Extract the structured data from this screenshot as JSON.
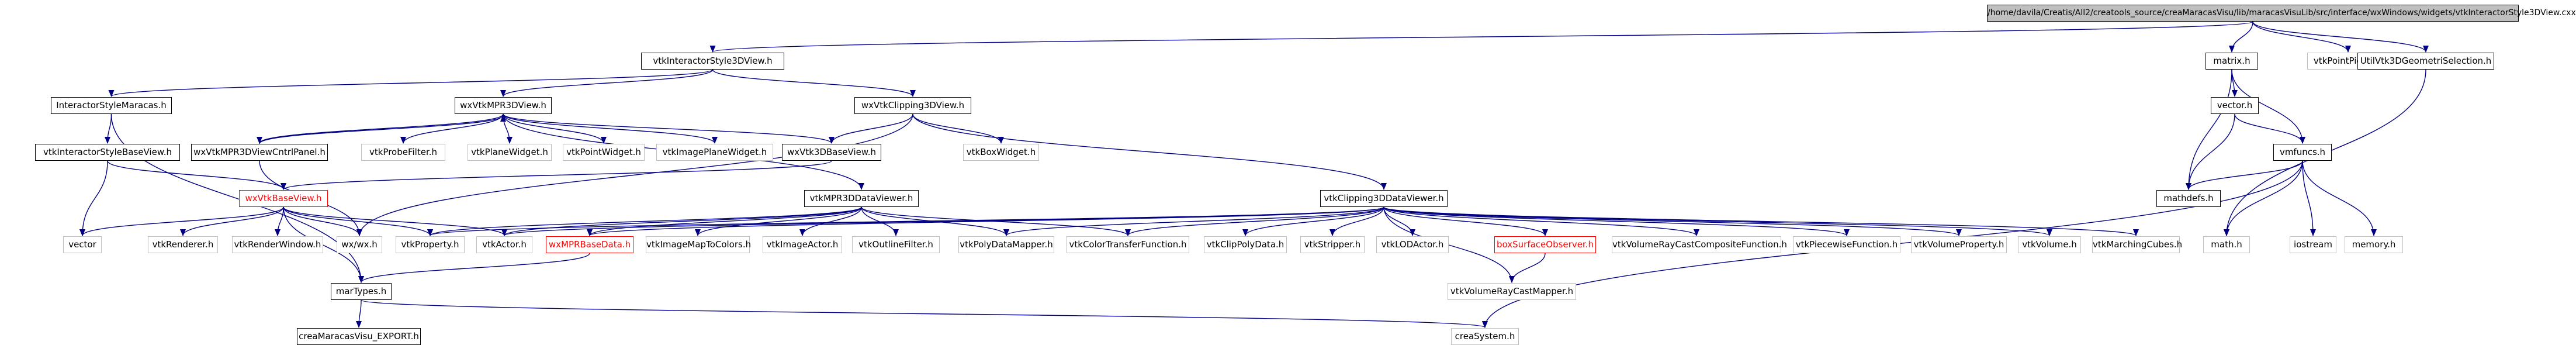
{
  "graph": {
    "root": "/home/davila/Creatis/All2/creatools_source/creaMaracasVisu/lib/maracasVisuLib/src/interface/wxWindows/widgets/vtkInteractorStyle3DView.cxx",
    "nodes": [
      {
        "id": "root",
        "label": "/home/davila/Creatis/All2/creatools_source/creaMaracasVisu/lib/maracasVisuLib/src/interface/wxWindows/widgets/vtkInteractorStyle3DView.cxx",
        "kind": "root"
      },
      {
        "id": "vtkInteractorStyle3DView_h",
        "label": "vtkInteractorStyle3DView.h",
        "kind": "doc"
      },
      {
        "id": "InteractorStyleMaracas_h",
        "label": "InteractorStyleMaracas.h",
        "kind": "doc"
      },
      {
        "id": "wxVtkMPR3DView_h",
        "label": "wxVtkMPR3DView.h",
        "kind": "doc"
      },
      {
        "id": "wxVtkClipping3DView_h",
        "label": "wxVtkClipping3DView.h",
        "kind": "doc"
      },
      {
        "id": "vtkInteractorStyleBaseView_h",
        "label": "vtkInteractorStyleBaseView.h",
        "kind": "doc"
      },
      {
        "id": "wxVtkMPR3DViewCntrlPanel_h",
        "label": "wxVtkMPR3DViewCntrlPanel.h",
        "kind": "doc"
      },
      {
        "id": "vtkProbeFilter_h",
        "label": "vtkProbeFilter.h",
        "kind": "plain"
      },
      {
        "id": "vtkPlaneWidget_h",
        "label": "vtkPlaneWidget.h",
        "kind": "plain"
      },
      {
        "id": "vtkPointWidget_h",
        "label": "vtkPointWidget.h",
        "kind": "plain"
      },
      {
        "id": "vtkImagePlaneWidget_h",
        "label": "vtkImagePlaneWidget.h",
        "kind": "plain"
      },
      {
        "id": "wxVtk3DBaseView_h",
        "label": "wxVtk3DBaseView.h",
        "kind": "doc"
      },
      {
        "id": "vtkBoxWidget_h",
        "label": "vtkBoxWidget.h",
        "kind": "plain"
      },
      {
        "id": "wxVtkBaseView_h",
        "label": "wxVtkBaseView.h",
        "kind": "red",
        "textColor": "#ff0000"
      },
      {
        "id": "vtkMPR3DDataViewer_h",
        "label": "vtkMPR3DDataViewer.h",
        "kind": "doc"
      },
      {
        "id": "vtkClipping3DDataViewer_h",
        "label": "vtkClipping3DDataViewer.h",
        "kind": "doc"
      },
      {
        "id": "vector",
        "label": "vector",
        "kind": "plain"
      },
      {
        "id": "vtkRenderer_h",
        "label": "vtkRenderer.h",
        "kind": "plain"
      },
      {
        "id": "vtkRenderWindow_h",
        "label": "vtkRenderWindow.h",
        "kind": "plain"
      },
      {
        "id": "wx_wx_h",
        "label": "wx/wx.h",
        "kind": "plain"
      },
      {
        "id": "vtkProperty_h",
        "label": "vtkProperty.h",
        "kind": "plain"
      },
      {
        "id": "vtkActor_h",
        "label": "vtkActor.h",
        "kind": "plain"
      },
      {
        "id": "wxMPRBaseData_h",
        "label": "wxMPRBaseData.h",
        "kind": "red",
        "textColor": "#ff0000"
      },
      {
        "id": "vtkImageMapToColors_h",
        "label": "vtkImageMapToColors.h",
        "kind": "plain"
      },
      {
        "id": "vtkImageActor_h",
        "label": "vtkImageActor.h",
        "kind": "plain"
      },
      {
        "id": "vtkOutlineFilter_h",
        "label": "vtkOutlineFilter.h",
        "kind": "plain"
      },
      {
        "id": "vtkPolyDataMapper_h",
        "label": "vtkPolyDataMapper.h",
        "kind": "plain"
      },
      {
        "id": "vtkColorTransferFunction_h",
        "label": "vtkColorTransferFunction.h",
        "kind": "plain"
      },
      {
        "id": "vtkClipPolyData_h",
        "label": "vtkClipPolyData.h",
        "kind": "plain"
      },
      {
        "id": "vtkStripper_h",
        "label": "vtkStripper.h",
        "kind": "plain"
      },
      {
        "id": "vtkLODActor_h",
        "label": "vtkLODActor.h",
        "kind": "plain"
      },
      {
        "id": "boxSurfaceObserver_h",
        "label": "boxSurfaceObserver.h",
        "kind": "red",
        "textColor": "#ff0000"
      },
      {
        "id": "vtkVolumeRayCastCompositeFunction_h",
        "label": "vtkVolumeRayCastCompositeFunction.h",
        "kind": "plain"
      },
      {
        "id": "vtkPiecewiseFunction_h",
        "label": "vtkPiecewiseFunction.h",
        "kind": "plain"
      },
      {
        "id": "vtkVolumeProperty_h",
        "label": "vtkVolumeProperty.h",
        "kind": "plain"
      },
      {
        "id": "vtkVolume_h",
        "label": "vtkVolume.h",
        "kind": "plain"
      },
      {
        "id": "vtkMarchingCubes_h",
        "label": "vtkMarchingCubes.h",
        "kind": "plain"
      },
      {
        "id": "vtkVolumeRayCastMapper_h",
        "label": "vtkVolumeRayCastMapper.h",
        "kind": "plain"
      },
      {
        "id": "marTypes_h",
        "label": "marTypes.h",
        "kind": "doc"
      },
      {
        "id": "creaMaracasVisu_EXPORT_h",
        "label": "creaMaracasVisu_EXPORT.h",
        "kind": "doc"
      },
      {
        "id": "creaSystem_h",
        "label": "creaSystem.h",
        "kind": "plain"
      },
      {
        "id": "matrix_h",
        "label": "matrix.h",
        "kind": "doc"
      },
      {
        "id": "vtkPointPicker_h",
        "label": "vtkPointPicker.h",
        "kind": "plain"
      },
      {
        "id": "UtilVtk3DGeometriSelection_h",
        "label": "UtilVtk3DGeometriSelection.h",
        "kind": "doc"
      },
      {
        "id": "vector_h",
        "label": "vector.h",
        "kind": "doc"
      },
      {
        "id": "vmfuncs_h",
        "label": "vmfuncs.h",
        "kind": "doc"
      },
      {
        "id": "mathdefs_h",
        "label": "mathdefs.h",
        "kind": "doc"
      },
      {
        "id": "iostream",
        "label": "iostream",
        "kind": "plain"
      },
      {
        "id": "memory_h",
        "label": "memory.h",
        "kind": "plain"
      },
      {
        "id": "math_h",
        "label": "math.h",
        "kind": "plain"
      }
    ],
    "edges": [
      [
        "root",
        "vtkInteractorStyle3DView_h"
      ],
      [
        "root",
        "matrix_h"
      ],
      [
        "root",
        "vtkPointPicker_h"
      ],
      [
        "root",
        "UtilVtk3DGeometriSelection_h"
      ],
      [
        "vtkInteractorStyle3DView_h",
        "InteractorStyleMaracas_h"
      ],
      [
        "vtkInteractorStyle3DView_h",
        "wxVtkMPR3DView_h"
      ],
      [
        "vtkInteractorStyle3DView_h",
        "wxVtkClipping3DView_h"
      ],
      [
        "InteractorStyleMaracas_h",
        "vtkInteractorStyleBaseView_h"
      ],
      [
        "InteractorStyleMaracas_h",
        "marTypes_h"
      ],
      [
        "vtkInteractorStyleBaseView_h",
        "vector"
      ],
      [
        "vtkInteractorStyleBaseView_h",
        "wxVtkBaseView_h"
      ],
      [
        "wxVtkMPR3DView_h",
        "wxVtkMPR3DViewCntrlPanel_h"
      ],
      [
        "wxVtkMPR3DView_h",
        "vtkProbeFilter_h"
      ],
      [
        "wxVtkMPR3DView_h",
        "vtkPlaneWidget_h"
      ],
      [
        "wxVtkMPR3DView_h",
        "vtkPointWidget_h"
      ],
      [
        "wxVtkMPR3DView_h",
        "vtkImagePlaneWidget_h"
      ],
      [
        "wxVtkMPR3DView_h",
        "wxVtk3DBaseView_h"
      ],
      [
        "wxVtkMPR3DView_h",
        "vtkMPR3DDataViewer_h"
      ],
      [
        "wxVtkMPR3DViewCntrlPanel_h",
        "wx_wx_h"
      ],
      [
        "wxVtkMPR3DViewCntrlPanel_h",
        "wxVtkMPR3DView_h"
      ],
      [
        "wxVtkClipping3DView_h",
        "wxVtk3DBaseView_h"
      ],
      [
        "wxVtkClipping3DView_h",
        "vtkBoxWidget_h"
      ],
      [
        "wxVtkClipping3DView_h",
        "vtkClipping3DDataViewer_h"
      ],
      [
        "wxVtkClipping3DView_h",
        "wx_wx_h"
      ],
      [
        "wxVtk3DBaseView_h",
        "wxVtkBaseView_h"
      ],
      [
        "wxVtkBaseView_h",
        "vector"
      ],
      [
        "wxVtkBaseView_h",
        "vtkRenderer_h"
      ],
      [
        "wxVtkBaseView_h",
        "vtkRenderWindow_h"
      ],
      [
        "wxVtkBaseView_h",
        "wx_wx_h"
      ],
      [
        "wxVtkBaseView_h",
        "vtkProperty_h"
      ],
      [
        "wxVtkBaseView_h",
        "vtkActor_h"
      ],
      [
        "wxVtkBaseView_h",
        "marTypes_h"
      ],
      [
        "vtkMPR3DDataViewer_h",
        "wxMPRBaseData_h"
      ],
      [
        "vtkMPR3DDataViewer_h",
        "vtkImageMapToColors_h"
      ],
      [
        "vtkMPR3DDataViewer_h",
        "vtkImageActor_h"
      ],
      [
        "vtkMPR3DDataViewer_h",
        "vtkOutlineFilter_h"
      ],
      [
        "vtkMPR3DDataViewer_h",
        "vtkPolyDataMapper_h"
      ],
      [
        "vtkMPR3DDataViewer_h",
        "vtkColorTransferFunction_h"
      ],
      [
        "vtkMPR3DDataViewer_h",
        "vtkActor_h"
      ],
      [
        "vtkMPR3DDataViewer_h",
        "vtkProperty_h"
      ],
      [
        "vtkClipping3DDataViewer_h",
        "wxMPRBaseData_h"
      ],
      [
        "vtkClipping3DDataViewer_h",
        "vtkActor_h"
      ],
      [
        "vtkClipping3DDataViewer_h",
        "vtkProperty_h"
      ],
      [
        "vtkClipping3DDataViewer_h",
        "vtkPolyDataMapper_h"
      ],
      [
        "vtkClipping3DDataViewer_h",
        "vtkColorTransferFunction_h"
      ],
      [
        "vtkClipping3DDataViewer_h",
        "vtkClipPolyData_h"
      ],
      [
        "vtkClipping3DDataViewer_h",
        "vtkStripper_h"
      ],
      [
        "vtkClipping3DDataViewer_h",
        "vtkLODActor_h"
      ],
      [
        "vtkClipping3DDataViewer_h",
        "boxSurfaceObserver_h"
      ],
      [
        "vtkClipping3DDataViewer_h",
        "vtkVolumeRayCastCompositeFunction_h"
      ],
      [
        "vtkClipping3DDataViewer_h",
        "vtkPiecewiseFunction_h"
      ],
      [
        "vtkClipping3DDataViewer_h",
        "vtkVolumeProperty_h"
      ],
      [
        "vtkClipping3DDataViewer_h",
        "vtkVolume_h"
      ],
      [
        "vtkClipping3DDataViewer_h",
        "vtkMarchingCubes_h"
      ],
      [
        "vtkClipping3DDataViewer_h",
        "vtkVolumeRayCastMapper_h"
      ],
      [
        "boxSurfaceObserver_h",
        "vtkVolumeRayCastMapper_h"
      ],
      [
        "wxMPRBaseData_h",
        "marTypes_h"
      ],
      [
        "marTypes_h",
        "creaMaracasVisu_EXPORT_h"
      ],
      [
        "marTypes_h",
        "creaSystem_h"
      ],
      [
        "matrix_h",
        "vector_h"
      ],
      [
        "matrix_h",
        "vmfuncs_h"
      ],
      [
        "matrix_h",
        "mathdefs_h"
      ],
      [
        "vector_h",
        "vmfuncs_h"
      ],
      [
        "vector_h",
        "mathdefs_h"
      ],
      [
        "vmfuncs_h",
        "mathdefs_h"
      ],
      [
        "vmfuncs_h",
        "iostream"
      ],
      [
        "vmfuncs_h",
        "memory_h"
      ],
      [
        "vmfuncs_h",
        "math_h"
      ],
      [
        "vmfuncs_h",
        "creaSystem_h"
      ],
      [
        "UtilVtk3DGeometriSelection_h",
        "math_h"
      ]
    ]
  }
}
